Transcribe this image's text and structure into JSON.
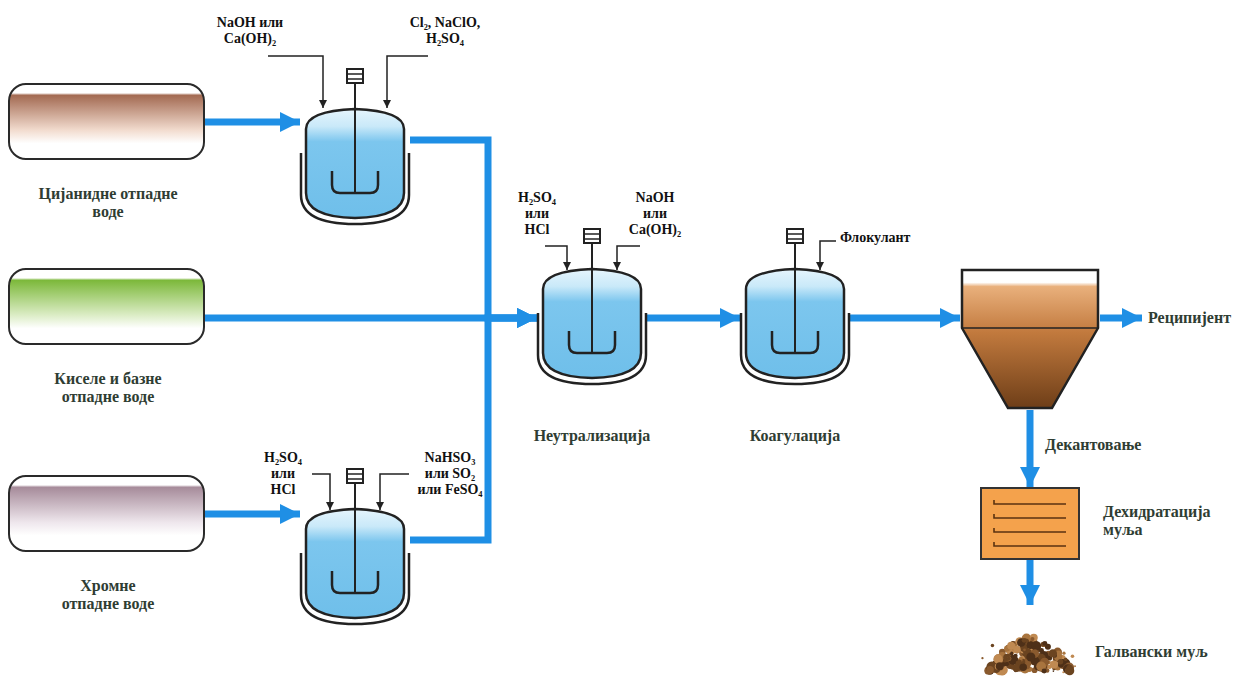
{
  "diagram": {
    "nodes": [
      {
        "text": [
          "Цијанидне отпадне воде"
        ]
      },
      {
        "text": [
          "Киселе и базне отпадне воде"
        ]
      },
      {
        "text": [
          "Хромне отпадне воде"
        ]
      },
      {
        "text": [
          "NaOH или Ca(OH)₂",
          "Cl₂, NaClO, H₂SO₄"
        ]
      },
      {
        "text": [
          "H₂SO₄ или HCl",
          "NaHSO₃ или SO₂ или FeSO₄"
        ]
      },
      {
        "text": [
          "H₂SO₄ или HCl",
          "NaOH или Ca(OH)₂",
          "Неутрализација"
        ]
      },
      {
        "text": [
          "Флокулант",
          "Коагулација"
        ]
      },
      {
        "text": [
          "Декантовање"
        ]
      },
      {
        "text": [
          "Реципијент"
        ]
      },
      {
        "text": [
          "Дехидратација муља"
        ]
      },
      {
        "text": [
          "Галвански муљ"
        ]
      }
    ],
    "edges": [
      {
        "from": 0,
        "to": 3,
        "arrow": "to"
      },
      {
        "from": 1,
        "to": 5,
        "arrow": "to"
      },
      {
        "from": 2,
        "to": 4,
        "arrow": "to"
      },
      {
        "from": 3,
        "to": 5,
        "arrow": "to"
      },
      {
        "from": 4,
        "to": 5,
        "arrow": "to"
      },
      {
        "from": 5,
        "to": 6,
        "arrow": "to"
      },
      {
        "from": 6,
        "to": 7,
        "arrow": "to"
      },
      {
        "from": 7,
        "to": 8,
        "arrow": "to"
      },
      {
        "from": 7,
        "to": 9,
        "arrow": "to"
      },
      {
        "from": 9,
        "to": 10,
        "arrow": "to"
      }
    ]
  }
}
